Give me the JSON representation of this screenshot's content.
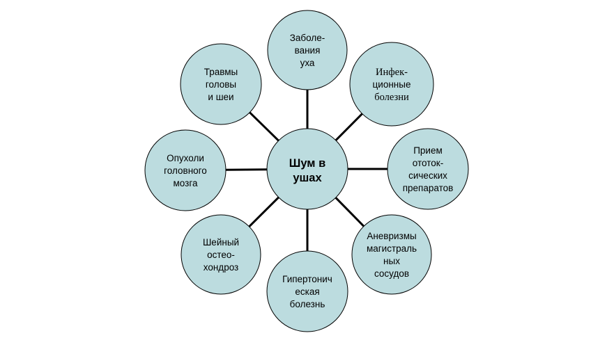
{
  "diagram": {
    "center": {
      "lines": [
        "Шум в",
        "ушах"
      ]
    },
    "nodes": [
      {
        "id": "ear-diseases",
        "lines": [
          "Заболе-",
          "вания",
          "уха"
        ]
      },
      {
        "id": "infectious-diseases",
        "lines": [
          "Инфек-",
          "ционные",
          "болезни"
        ]
      },
      {
        "id": "ototoxic-drugs",
        "lines": [
          "Прием",
          "ототок-",
          "сических",
          "препаратов"
        ]
      },
      {
        "id": "aneurysms",
        "lines": [
          "Аневризмы",
          "магистраль",
          "ных",
          "сосудов"
        ]
      },
      {
        "id": "hypertension",
        "lines": [
          "Гипертонич",
          "еская",
          "болезнь"
        ]
      },
      {
        "id": "osteochondrosis",
        "lines": [
          "Шейный",
          "остео-",
          "хондроз"
        ]
      },
      {
        "id": "brain-tumors",
        "lines": [
          "Опухоли",
          "головного",
          "мозга"
        ]
      },
      {
        "id": "head-neck-trauma",
        "lines": [
          "Травмы",
          "головы",
          "и шеи"
        ]
      }
    ]
  },
  "colors": {
    "node_fill": "#bcdcdf",
    "stroke": "#000000"
  }
}
